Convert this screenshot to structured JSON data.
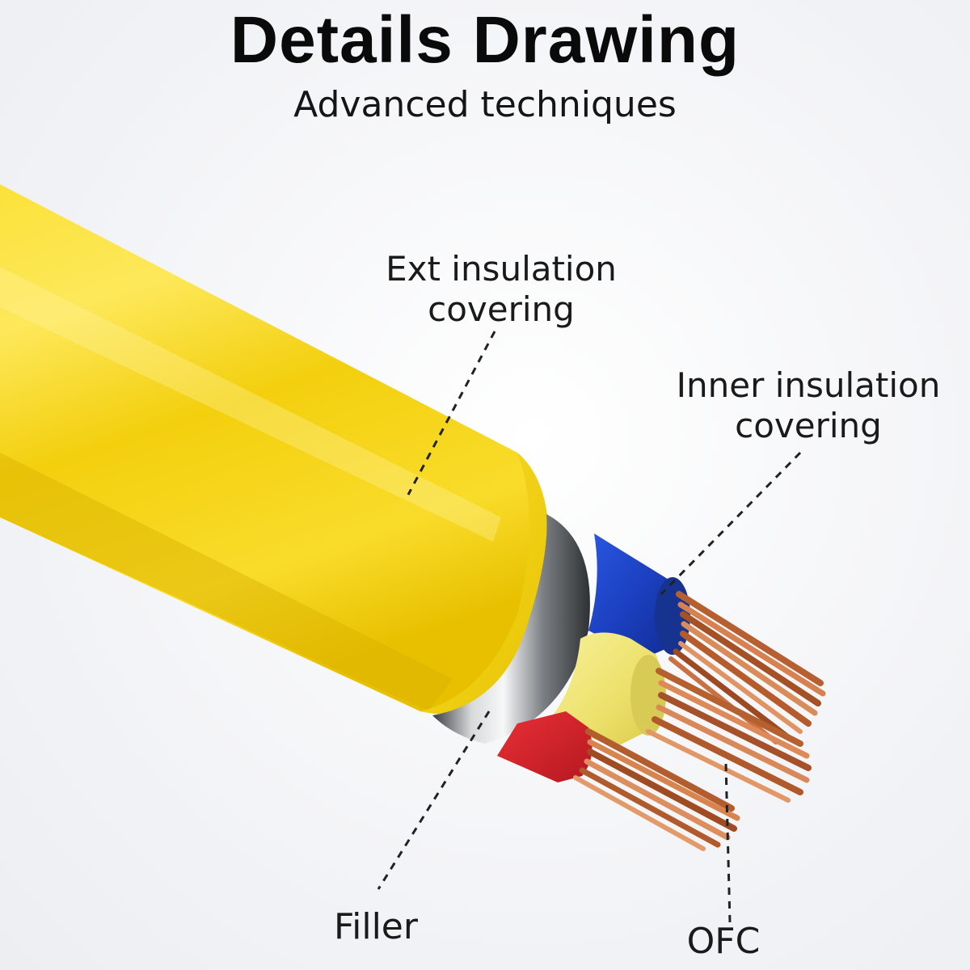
{
  "header": {
    "title": "Details Drawing",
    "subtitle": "Advanced techniques"
  },
  "labels": {
    "ext_insulation": {
      "line1": "Ext insulation",
      "line2": "covering"
    },
    "inner_insulation": {
      "line1": "Inner insulation",
      "line2": "covering"
    },
    "filler": "Filler",
    "ofc": "OFC"
  },
  "colors": {
    "outer_jacket": "#f7d417",
    "shield": "#9ea3a8",
    "core_blue": "#1f46c8",
    "core_yellow": "#f2ea7c",
    "core_red": "#d9242b",
    "copper": "#c4683a"
  }
}
